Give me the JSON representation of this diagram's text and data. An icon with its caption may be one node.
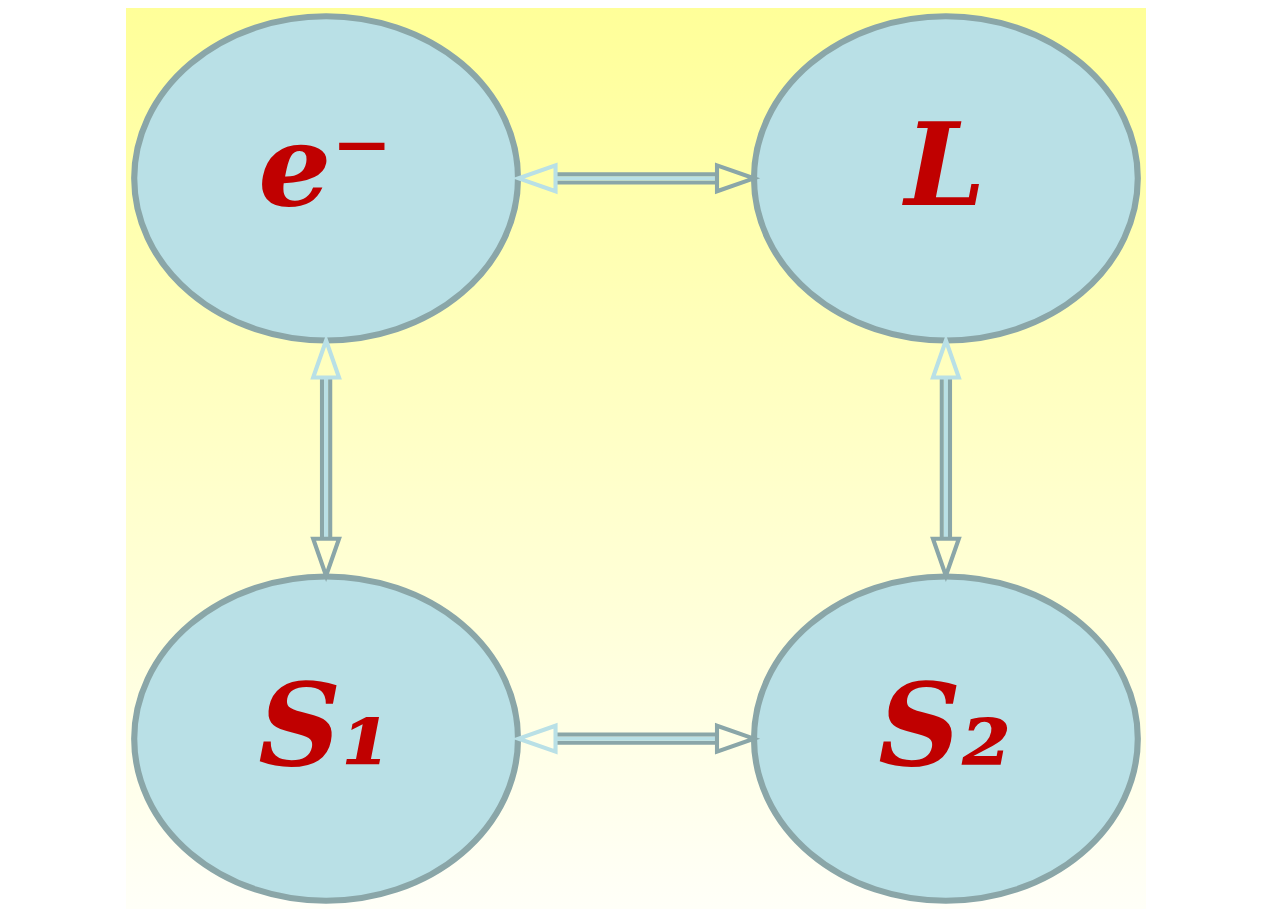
{
  "diagram": {
    "nodes": [
      {
        "text": [
          "e⁻"
        ]
      },
      {
        "text": [
          "L"
        ]
      },
      {
        "text": [
          "S₁"
        ]
      },
      {
        "text": [
          "S₂"
        ]
      }
    ],
    "edges": [
      {
        "from": 0,
        "to": 1,
        "arrow": "both"
      },
      {
        "from": 0,
        "to": 2,
        "arrow": "both"
      },
      {
        "from": 1,
        "to": 3,
        "arrow": "both"
      },
      {
        "from": 2,
        "to": 3,
        "arrow": "both"
      }
    ]
  }
}
